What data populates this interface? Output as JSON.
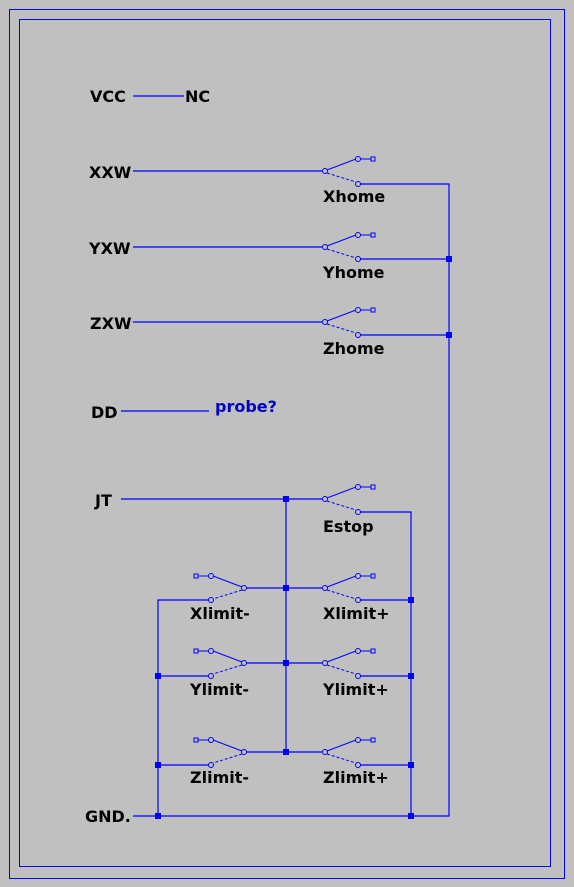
{
  "pins": {
    "vcc": "VCC",
    "nc": "NC",
    "xxw": "XXW",
    "yxw": "YXW",
    "zxw": "ZXW",
    "dd": "DD",
    "jt": "JT",
    "gnd": "GND."
  },
  "note": "probe?",
  "switches": {
    "xhome": "Xhome",
    "yhome": "Yhome",
    "zhome": "Zhome",
    "estop": "Estop",
    "xlimit_minus": "Xlimit-",
    "xlimit_plus": "Xlimit+",
    "ylimit_minus": "Ylimit-",
    "ylimit_plus": "Ylimit+",
    "zlimit_minus": "Zlimit-",
    "zlimit_plus": "Zlimit+"
  },
  "colors": {
    "background": "#c0c0c0",
    "wire": "#0000ff",
    "note": "#0000c0",
    "text": "#000000"
  }
}
